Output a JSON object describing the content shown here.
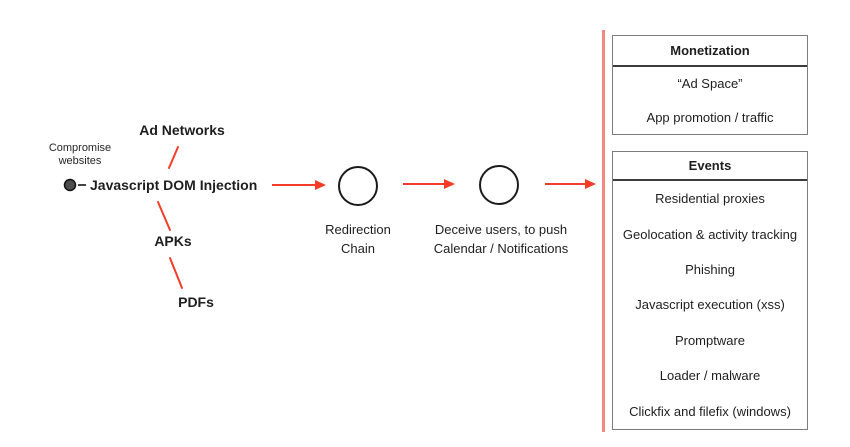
{
  "diagram": {
    "compromise_label": "Compromise\nwebsites",
    "node_label": "Javascript DOM Injection",
    "ad_networks_label": "Ad Networks",
    "apks_label": "APKs",
    "pdfs_label": "PDFs",
    "redirection_caption": "Redirection\nChain",
    "deceive_caption": "Deceive users, to push\nCalendar / Notifications"
  },
  "boxes": [
    {
      "title": "Monetization",
      "items": [
        "“Ad Space”",
        "App promotion / traffic"
      ]
    },
    {
      "title": "Events",
      "items": [
        "Residential proxies",
        "Geolocation & activity tracking",
        "Phishing",
        "Javascript execution (xss)",
        "Promptware",
        "Loader / malware",
        "Clickfix and filefix (windows)"
      ]
    }
  ],
  "colors": {
    "arrow_red": "#f43d28",
    "accent_bar": "#f0897e",
    "box_border": "#7c7c7c",
    "divider_dark": "#3c3c3c",
    "text_dark": "#1e1e1e",
    "node_fill": "#4e4e4e"
  }
}
